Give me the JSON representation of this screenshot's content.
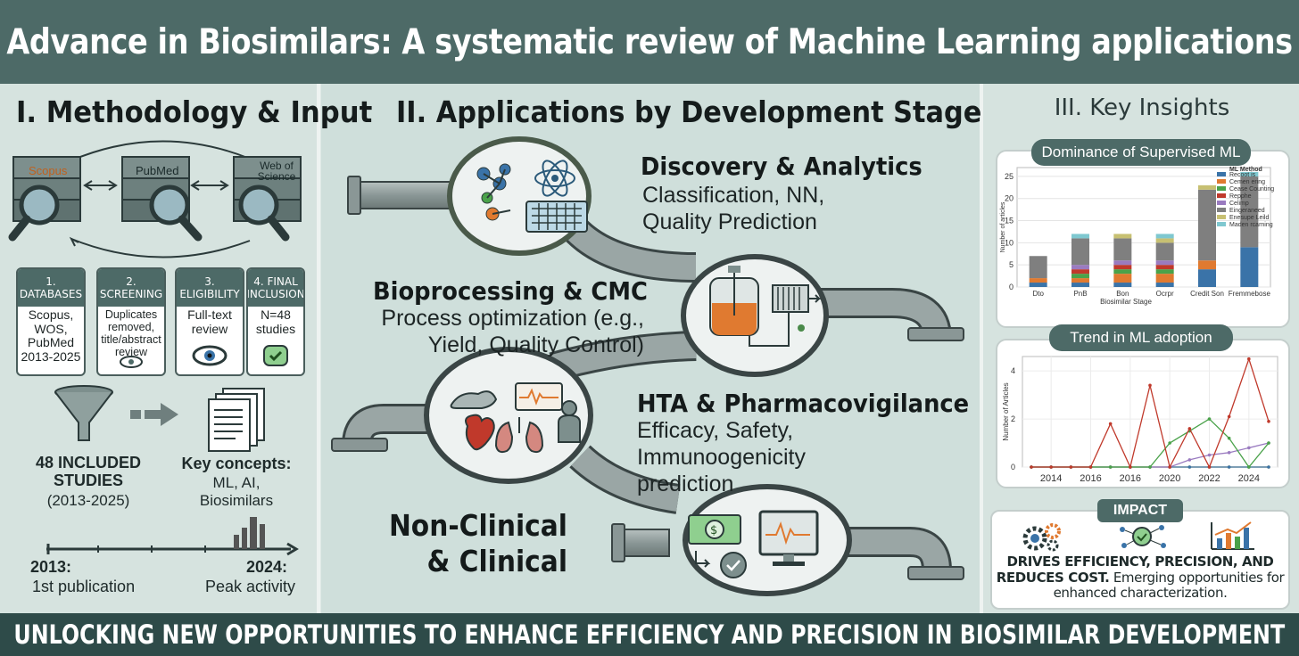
{
  "header": {
    "title": "Advance in Biosimilars: A systematic review of Machine Learning applications"
  },
  "footer": {
    "text": "UNLOCKING NEW OPPORTUNITIES TO ENHANCE EFFICIENCY AND PRECISION IN BIOSIMILAR DEVELOPMENT"
  },
  "methodology": {
    "title": "I. Methodology & Input",
    "databases": [
      "Scopus",
      "PubMed",
      "Web of Science"
    ],
    "steps": [
      {
        "num": "1.",
        "head": "DATABASES",
        "body": "Scopus, WOS, PubMed 2013-2025"
      },
      {
        "num": "2.",
        "head": "SCREENING",
        "body": "Duplicates removed, title/abstract review"
      },
      {
        "num": "3.",
        "head": "ELIGIBILITY",
        "body": "Full-text review"
      },
      {
        "num": "4. FINAL",
        "head": "INCLUSION",
        "body": "N=48 studies"
      }
    ],
    "included": "48 INCLUDED STUDIES",
    "included_years": "(2013-2025)",
    "key_concepts_title": "Key concepts:",
    "key_concepts": "ML, AI, Biosimilars",
    "timeline_start_label": "2013:",
    "timeline_start_desc": "1st publication",
    "timeline_end_label": "2024:",
    "timeline_end_desc": "Peak activity"
  },
  "applications": {
    "title": "II. Applications by Development Stage",
    "stages": [
      {
        "title": "Discovery & Analytics",
        "body": "Classification, NN, Quality Prediction"
      },
      {
        "title": "Bioprocessing & CMC",
        "body": "Process optimization (e.g., Yield, Quality Control)"
      },
      {
        "title": "HTA & Pharmacovigilance",
        "body": "Efficacy, Safety, Immunoogenicity prediction"
      },
      {
        "title": "Non-Clinical & Clinical",
        "body": ""
      }
    ]
  },
  "insights": {
    "title": "III. Key Insights",
    "impact_label": "IMPACT",
    "impact_bold": "DRIVES EFFICIENCY, PRECISION, AND REDUCES COST.",
    "impact_rest": "Emerging opportunities for enhanced characterization."
  },
  "colors": {
    "header_bg": "#4d6a67",
    "footer_bg": "#2e4b49",
    "series_blue": "#3a73a8",
    "series_orange": "#e07a30",
    "series_green": "#4aa24a",
    "series_purple": "#9a7bc0",
    "series_red": "#c0392b",
    "series_gray": "#7f7f7f",
    "series_teal": "#7fc8d0"
  },
  "chart_data": [
    {
      "type": "bar",
      "stacked": true,
      "title": "Dominance of Supervised ML",
      "xlabel": "Biosimilar Stage",
      "ylabel": "Number of articles",
      "ylim": [
        0,
        27
      ],
      "yticks": [
        0,
        5,
        10,
        15,
        20,
        25
      ],
      "categories": [
        "Dto",
        "PnB",
        "Bon",
        "Ocrpr",
        "Credit Son",
        "Fremmebose"
      ],
      "legend_title": "ML Method",
      "legend_position": "top-right",
      "series": [
        {
          "name": "Recoot is",
          "color": "#3a73a8",
          "values": [
            1,
            1,
            1,
            1,
            4,
            9
          ]
        },
        {
          "name": "Cemen ering",
          "color": "#e07a30",
          "values": [
            1,
            1,
            2,
            2,
            2,
            0
          ]
        },
        {
          "name": "Cease Counting",
          "color": "#4aa24a",
          "values": [
            0,
            1,
            1,
            1,
            0,
            0
          ]
        },
        {
          "name": "Repphe",
          "color": "#c0392b",
          "values": [
            0,
            1,
            1,
            1,
            0,
            0
          ]
        },
        {
          "name": "Celimp",
          "color": "#9a7bc0",
          "values": [
            0,
            1,
            1,
            1,
            0,
            0
          ]
        },
        {
          "name": "Eingeraneed",
          "color": "#7f7f7f",
          "values": [
            5,
            6,
            5,
            4,
            16,
            16
          ]
        },
        {
          "name": "Enesupe Leild",
          "color": "#c7c072",
          "values": [
            0,
            0,
            1,
            1,
            1,
            0
          ]
        },
        {
          "name": "Maden rcarning",
          "color": "#7fc8d0",
          "values": [
            0,
            1,
            0,
            1,
            0,
            1
          ]
        }
      ]
    },
    {
      "type": "line",
      "title": "Trend in ML adoption",
      "ylabel": "Number of Articles",
      "xtick_labels": [
        "2014",
        "2016",
        "2016",
        "2020",
        "2022",
        "2024"
      ],
      "yticks": [
        0,
        2,
        4
      ],
      "ylim": [
        0,
        4.6
      ],
      "x": [
        2013,
        2014,
        2015,
        2016,
        2017,
        2018,
        2019,
        2020,
        2021,
        2022,
        2023,
        2024,
        2025
      ],
      "series": [
        {
          "color": "#c0392b",
          "values": [
            0,
            0,
            0,
            0,
            1.8,
            0,
            3.4,
            0,
            1.6,
            0,
            2.1,
            4.5,
            1.9
          ]
        },
        {
          "color": "#4aa24a",
          "values": [
            0,
            0,
            0,
            0,
            0,
            0,
            0,
            1,
            1.5,
            2,
            1.2,
            0,
            1
          ]
        },
        {
          "color": "#9a7bc0",
          "values": [
            0,
            0,
            0,
            0,
            0,
            0,
            0,
            0,
            0.3,
            0.5,
            0.6,
            0.8,
            1
          ]
        },
        {
          "color": "#3a73a8",
          "values": [
            0,
            0,
            0,
            0,
            0,
            0,
            0,
            0,
            0,
            0,
            0,
            0,
            0
          ]
        },
        {
          "color": "#c7a030",
          "values": [
            0,
            0,
            0,
            0,
            0,
            0,
            0,
            0,
            0,
            0,
            0,
            0,
            0
          ]
        }
      ]
    }
  ]
}
